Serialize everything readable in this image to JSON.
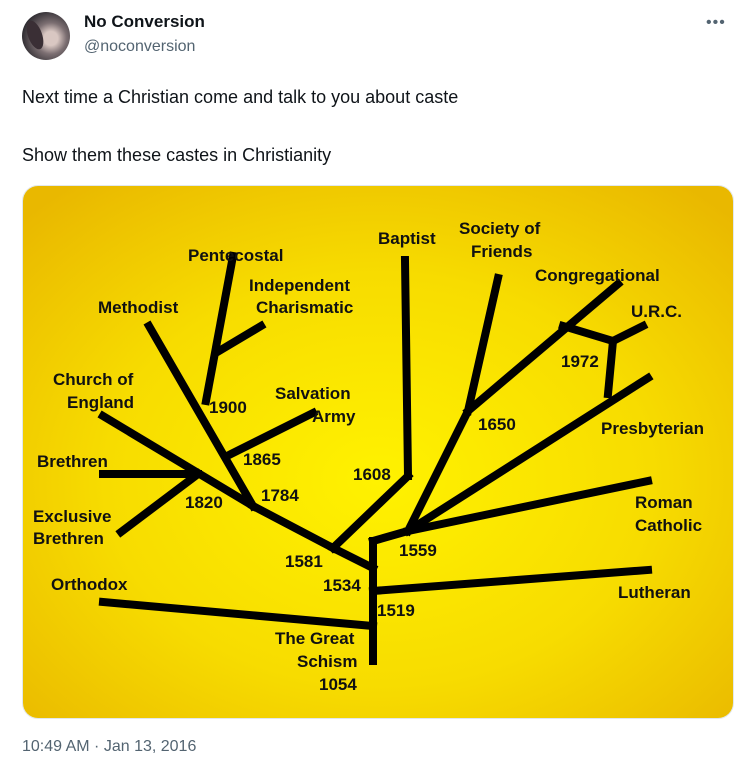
{
  "author": {
    "name": "No Conversion",
    "handle": "@noconversion"
  },
  "more_label": "•••",
  "tweet": {
    "line1": "Next time a Christian come and talk to you about caste",
    "line2": "Show them these castes in Christianity"
  },
  "image": {
    "labels": {
      "baptist": "Baptist",
      "society_of": "Society of",
      "friends": "Friends",
      "pentecostal": "Pentecostal",
      "independent": "Independent",
      "charismatic": "Charismatic",
      "congregational": "Congregational",
      "methodist": "Methodist",
      "urc": "U.R.C.",
      "y1972": "1972",
      "church_of": "Church of",
      "england": "England",
      "y1900": "1900",
      "salvation": "Salvation",
      "army": "Army",
      "y1650": "1650",
      "presbyterian": "Presbyterian",
      "y1865": "1865",
      "brethren": "Brethren",
      "y1608": "1608",
      "y1784": "1784",
      "y1820": "1820",
      "roman": "Roman",
      "catholic": "Catholic",
      "exclusive": "Exclusive",
      "brethren2": "Brethren",
      "y1559": "1559",
      "y1581": "1581",
      "orthodox": "Orthodox",
      "y1534": "1534",
      "lutheran": "Lutheran",
      "y1519": "1519",
      "the_great": "The Great",
      "schism": "Schism",
      "y1054": "1054"
    }
  },
  "timestamp": "10:49 AM · Jan 13, 2016"
}
